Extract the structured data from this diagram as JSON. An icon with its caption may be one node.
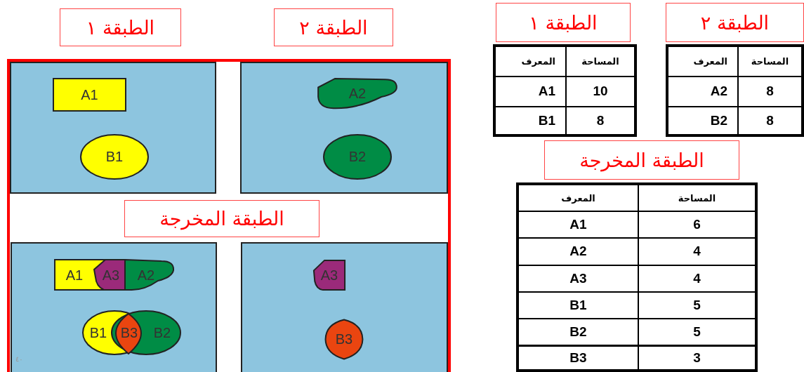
{
  "diagram": {
    "nodes": [
      {
        "text": [
          "الطبقة ١"
        ]
      },
      {
        "text": [
          "الطبقة ٢"
        ]
      },
      {
        "text": [
          "A1"
        ]
      },
      {
        "text": [
          "A2"
        ]
      },
      {
        "text": [
          "B1"
        ]
      },
      {
        "text": [
          "B2"
        ]
      },
      {
        "text": [
          "الطبقة المخرجة"
        ]
      },
      {
        "text": [
          "A1"
        ]
      },
      {
        "text": [
          "A3"
        ]
      },
      {
        "text": [
          "A2"
        ]
      },
      {
        "text": [
          "B1"
        ]
      },
      {
        "text": [
          "B3"
        ]
      },
      {
        "text": [
          "B2"
        ]
      },
      {
        "text": [
          "A3"
        ]
      },
      {
        "text": [
          "B3"
        ]
      },
      {
        "text": [
          "الطبقة ١"
        ]
      },
      {
        "text": [
          "الطبقة ٢"
        ]
      },
      {
        "text": [
          "الطبقة المخرجة"
        ]
      }
    ],
    "labels": [
      "المعرف",
      "المساحة",
      "A1",
      "10",
      "B1",
      "8",
      "المعرف",
      "المساحة",
      "A2",
      "8",
      "B2",
      "8",
      "المعرف",
      "المساحة",
      "A1",
      "6",
      "A2",
      "4",
      "A3",
      "4",
      "B1",
      "5",
      "B2",
      "5",
      "B3",
      "3",
      "٤٠"
    ]
  }
}
